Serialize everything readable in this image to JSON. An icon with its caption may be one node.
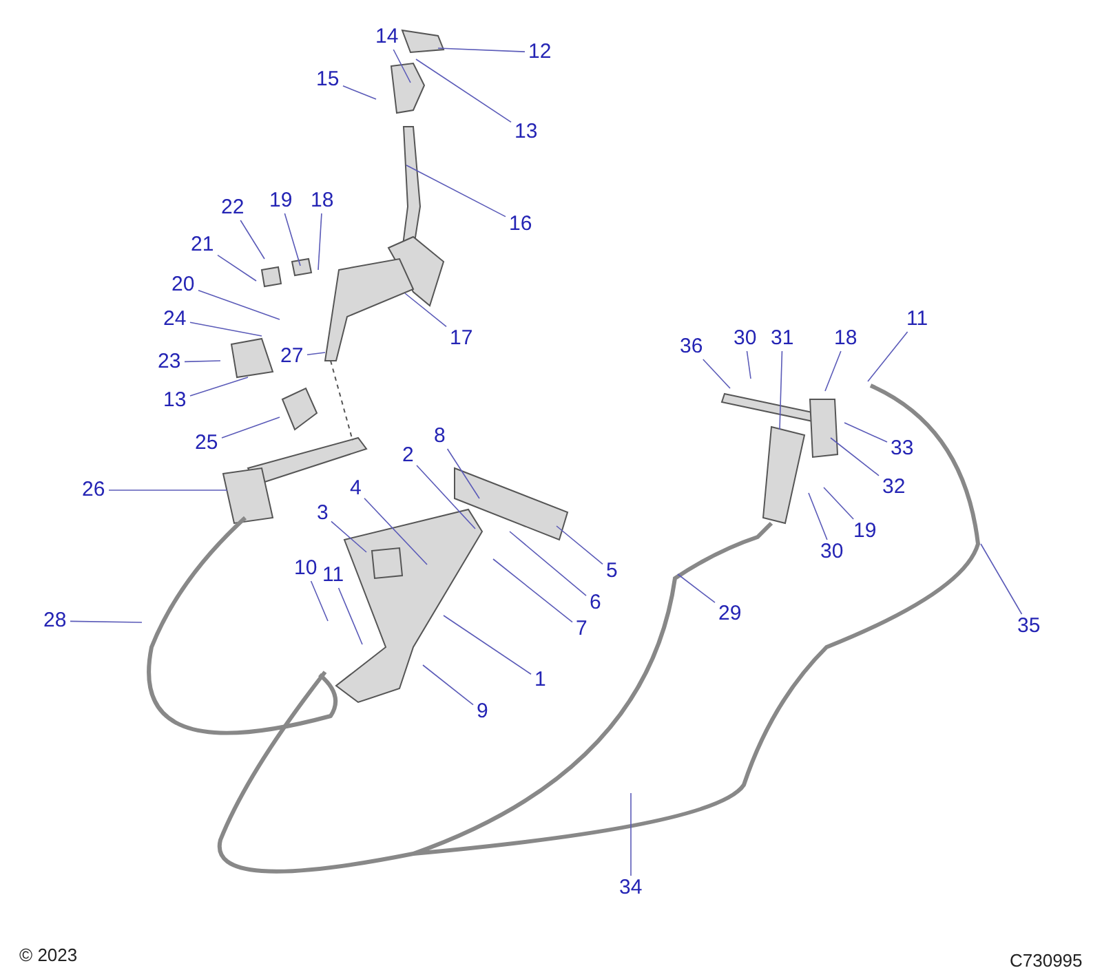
{
  "diagram": {
    "nodes": [
      {
        "text": [
          "12"
        ]
      },
      {
        "text": [
          "14"
        ]
      },
      {
        "text": [
          "13"
        ]
      },
      {
        "text": [
          "15"
        ]
      },
      {
        "text": [
          "16"
        ]
      },
      {
        "text": [
          "22"
        ]
      },
      {
        "text": [
          "19"
        ]
      },
      {
        "text": [
          "18"
        ]
      },
      {
        "text": [
          "21"
        ]
      },
      {
        "text": [
          "17"
        ]
      },
      {
        "text": [
          "20"
        ]
      },
      {
        "text": [
          "24"
        ]
      },
      {
        "text": [
          "23"
        ]
      },
      {
        "text": [
          "27"
        ]
      },
      {
        "text": [
          "13"
        ]
      },
      {
        "text": [
          "25"
        ]
      },
      {
        "text": [
          "26"
        ]
      },
      {
        "text": [
          "36"
        ]
      },
      {
        "text": [
          "30"
        ]
      },
      {
        "text": [
          "31"
        ]
      },
      {
        "text": [
          "18"
        ]
      },
      {
        "text": [
          "11"
        ]
      },
      {
        "text": [
          "33"
        ]
      },
      {
        "text": [
          "32"
        ]
      },
      {
        "text": [
          "19"
        ]
      },
      {
        "text": [
          "30"
        ]
      },
      {
        "text": [
          "8"
        ]
      },
      {
        "text": [
          "2"
        ]
      },
      {
        "text": [
          "4"
        ]
      },
      {
        "text": [
          "3"
        ]
      },
      {
        "text": [
          "5"
        ]
      },
      {
        "text": [
          "6"
        ]
      },
      {
        "text": [
          "7"
        ]
      },
      {
        "text": [
          "10"
        ]
      },
      {
        "text": [
          "11"
        ]
      },
      {
        "text": [
          "1"
        ]
      },
      {
        "text": [
          "9"
        ]
      },
      {
        "text": [
          "28"
        ]
      },
      {
        "text": [
          "29"
        ]
      },
      {
        "text": [
          "35"
        ]
      },
      {
        "text": [
          "34"
        ]
      }
    ],
    "edges": [
      {
        "from": 0,
        "to": null,
        "arrow": "none"
      },
      {
        "from": 1,
        "to": null,
        "arrow": "none"
      },
      {
        "from": 2,
        "to": null,
        "arrow": "none"
      },
      {
        "from": 3,
        "to": null,
        "arrow": "none"
      },
      {
        "from": 4,
        "to": null,
        "arrow": "none"
      },
      {
        "from": 5,
        "to": null,
        "arrow": "none"
      },
      {
        "from": 6,
        "to": null,
        "arrow": "none"
      },
      {
        "from": 7,
        "to": null,
        "arrow": "none"
      },
      {
        "from": 8,
        "to": null,
        "arrow": "none"
      },
      {
        "from": 9,
        "to": null,
        "arrow": "none"
      },
      {
        "from": 10,
        "to": null,
        "arrow": "none"
      },
      {
        "from": 11,
        "to": null,
        "arrow": "none"
      },
      {
        "from": 12,
        "to": null,
        "arrow": "none"
      },
      {
        "from": 13,
        "to": null,
        "arrow": "none"
      },
      {
        "from": 14,
        "to": null,
        "arrow": "none"
      },
      {
        "from": 15,
        "to": null,
        "arrow": "none"
      },
      {
        "from": 16,
        "to": null,
        "arrow": "none"
      },
      {
        "from": 17,
        "to": null,
        "arrow": "none"
      },
      {
        "from": 18,
        "to": null,
        "arrow": "none"
      },
      {
        "from": 19,
        "to": null,
        "arrow": "none"
      },
      {
        "from": 20,
        "to": null,
        "arrow": "none"
      },
      {
        "from": 21,
        "to": null,
        "arrow": "none"
      },
      {
        "from": 22,
        "to": null,
        "arrow": "none"
      },
      {
        "from": 23,
        "to": null,
        "arrow": "none"
      },
      {
        "from": 24,
        "to": null,
        "arrow": "none"
      },
      {
        "from": 25,
        "to": null,
        "arrow": "none"
      },
      {
        "from": 26,
        "to": null,
        "arrow": "none"
      },
      {
        "from": 27,
        "to": null,
        "arrow": "none"
      },
      {
        "from": 28,
        "to": null,
        "arrow": "none"
      },
      {
        "from": 29,
        "to": null,
        "arrow": "none"
      },
      {
        "from": 30,
        "to": null,
        "arrow": "none"
      },
      {
        "from": 31,
        "to": null,
        "arrow": "none"
      },
      {
        "from": 32,
        "to": null,
        "arrow": "none"
      },
      {
        "from": 33,
        "to": null,
        "arrow": "none"
      },
      {
        "from": 34,
        "to": null,
        "arrow": "none"
      },
      {
        "from": 35,
        "to": null,
        "arrow": "none"
      },
      {
        "from": 36,
        "to": null,
        "arrow": "none"
      },
      {
        "from": 37,
        "to": null,
        "arrow": "none"
      },
      {
        "from": 38,
        "to": null,
        "arrow": "none"
      },
      {
        "from": 39,
        "to": null,
        "arrow": "none"
      },
      {
        "from": 40,
        "to": null,
        "arrow": "none"
      }
    ],
    "labels": [
      "© 2023",
      "C730995"
    ]
  }
}
